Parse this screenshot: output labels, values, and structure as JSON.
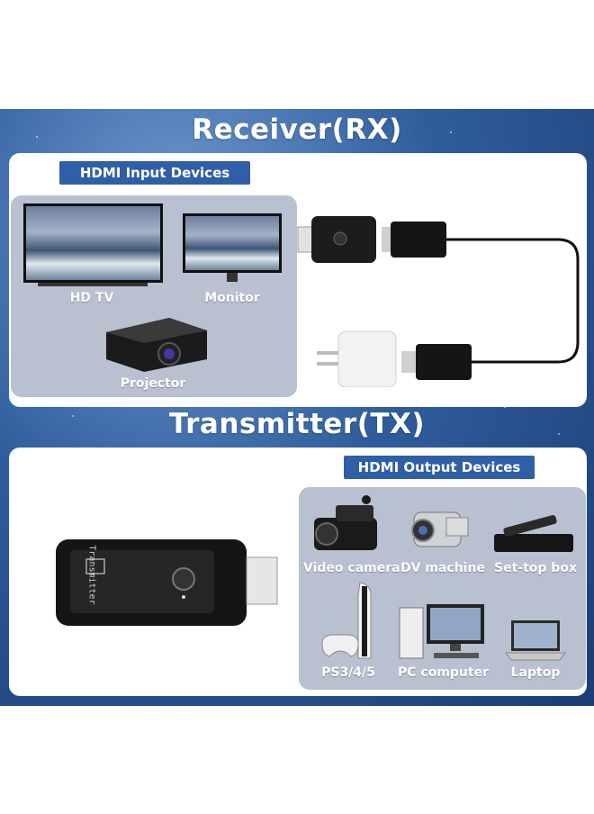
{
  "receiver": {
    "heading": "Receiver(RX)",
    "input_label": "HDMI Input Devices",
    "devices": [
      "HD TV",
      "Monitor",
      "Projector"
    ]
  },
  "transmitter": {
    "heading": "Transmitter(TX)",
    "output_label": "HDMI Output Devices",
    "device_text": "Transmitter",
    "devices": [
      "Video camera",
      "DV machine",
      "Set-top box",
      "PS3/4/5",
      "PC computer",
      "Laptop"
    ]
  },
  "colors": {
    "accent": "#2e5fa8",
    "banner": "#2f5d9c",
    "grey_box": "#b9c0cf"
  }
}
